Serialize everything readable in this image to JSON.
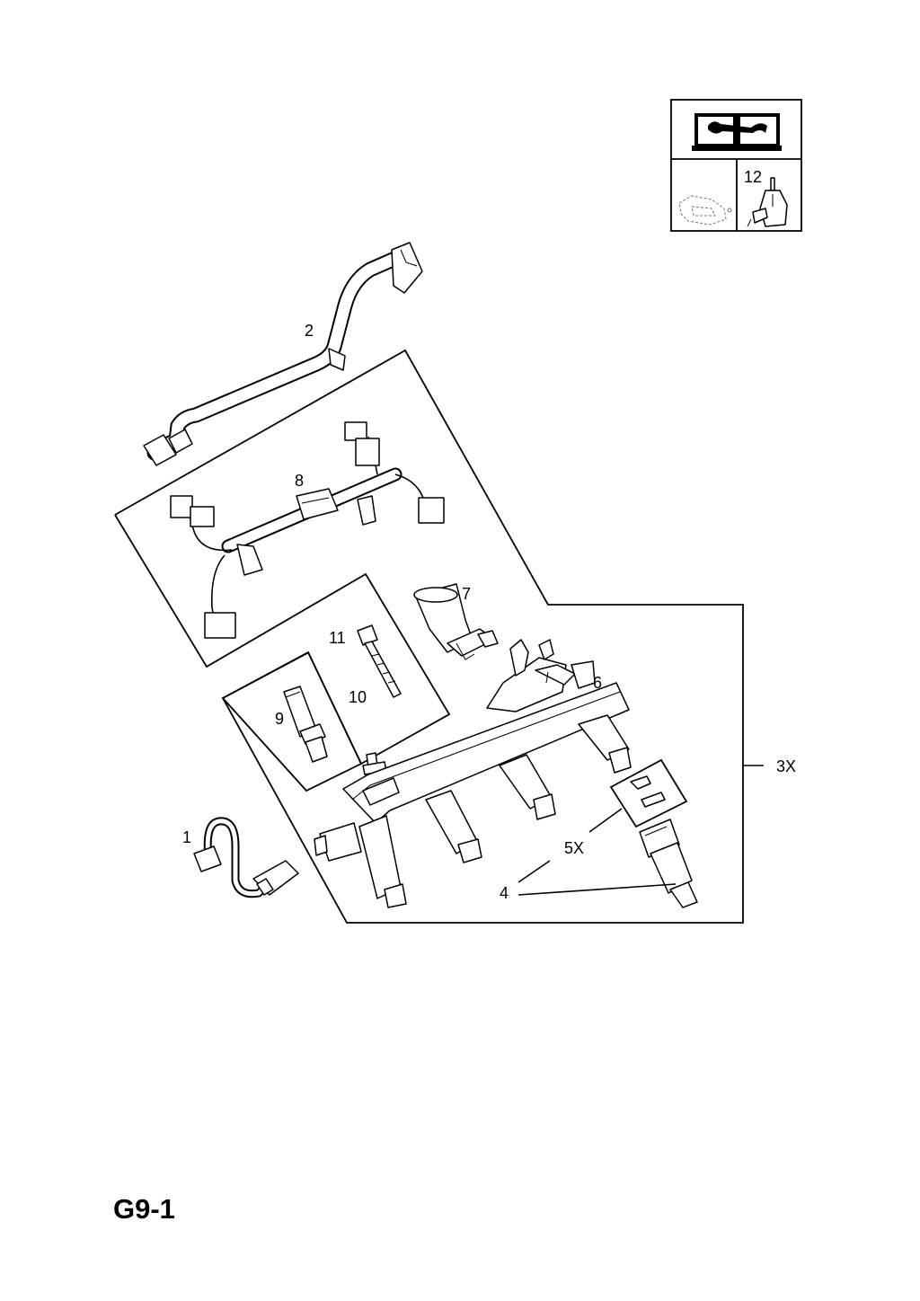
{
  "page_code": "G9-1",
  "legend": {
    "icons": [
      "manual-book-icon",
      "sealant-icon",
      "adhesive-bottle-icon"
    ],
    "item_label": "12"
  },
  "callouts": {
    "c1": "1",
    "c2": "2",
    "c3": "3X",
    "c4": "4",
    "c5": "5X",
    "c6": "6",
    "c7": "7",
    "c8": "8",
    "c9": "9",
    "c10": "10",
    "c11": "11"
  }
}
